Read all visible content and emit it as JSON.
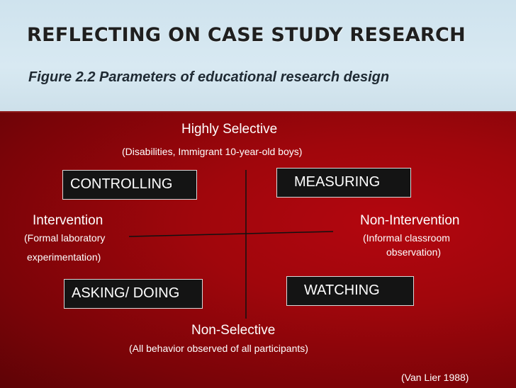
{
  "header": {
    "title": "REFLECTING ON CASE STUDY RESEARCH",
    "subtitle": "Figure 2.2 Parameters of educational research design"
  },
  "diagram": {
    "top_label": "Highly Selective",
    "top_example": "(Disabilities, Immigrant 10-year-old boys)",
    "bottom_label": "Non-Selective",
    "bottom_example": "(All behavior observed of all participants)",
    "left_label": "Intervention",
    "left_example_line1": "(Formal laboratory",
    "left_example_line2": "experimentation)",
    "right_label": "Non-Intervention",
    "right_example_line1": "(Informal classroom",
    "right_example_line2": "observation)",
    "quadrants": {
      "top_left": "CONTROLLING",
      "top_right": "MEASURING",
      "bottom_left": "ASKING/ DOING",
      "bottom_right": "WATCHING"
    },
    "citation": "(Van Lier 1988)"
  },
  "colors": {
    "header_bg": "#d8e9f2",
    "panel_red": "#a0060c",
    "box_bg": "#141414",
    "text_light": "#ffffff"
  }
}
